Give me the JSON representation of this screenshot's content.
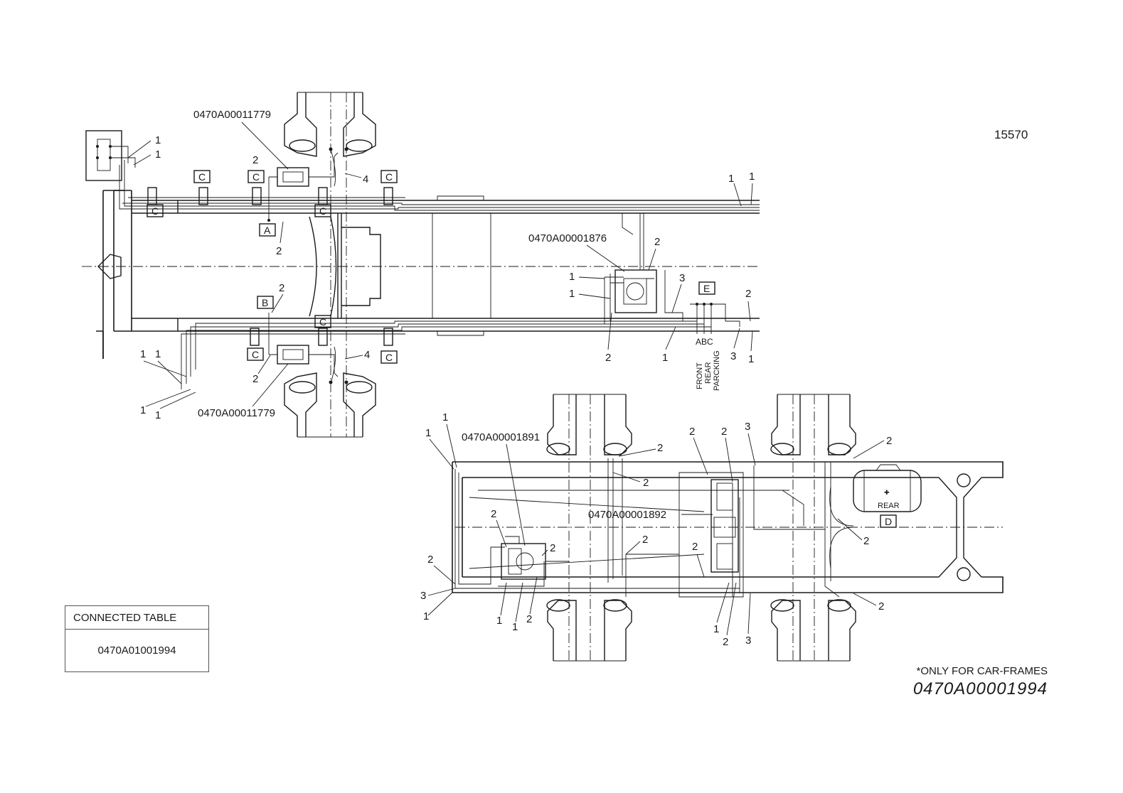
{
  "sheet_number": "15570",
  "parts": {
    "valve_front_top": "0470A00011779",
    "valve_front_bottom": "0470A00011779",
    "valve_mid": "0470A00001876",
    "valve_rear_left": "0470A00001891",
    "valve_rear_center": "0470A00001892"
  },
  "boxes": {
    "a": "A",
    "b": "B",
    "c": "C",
    "d": "D",
    "e": "E"
  },
  "tank_label": "REAR",
  "port_labels": {
    "front": "FRONT",
    "rear": "REAR",
    "parking": "PARCKING",
    "abc": "ABC"
  },
  "callouts": {
    "one": "1",
    "two": "2",
    "three": "3",
    "four": "4"
  },
  "connected_table": {
    "header": "CONNECTED TABLE",
    "value": "0470A01001994"
  },
  "note": "*ONLY FOR CAR-FRAMES",
  "drawing_number": "0470A00001994"
}
